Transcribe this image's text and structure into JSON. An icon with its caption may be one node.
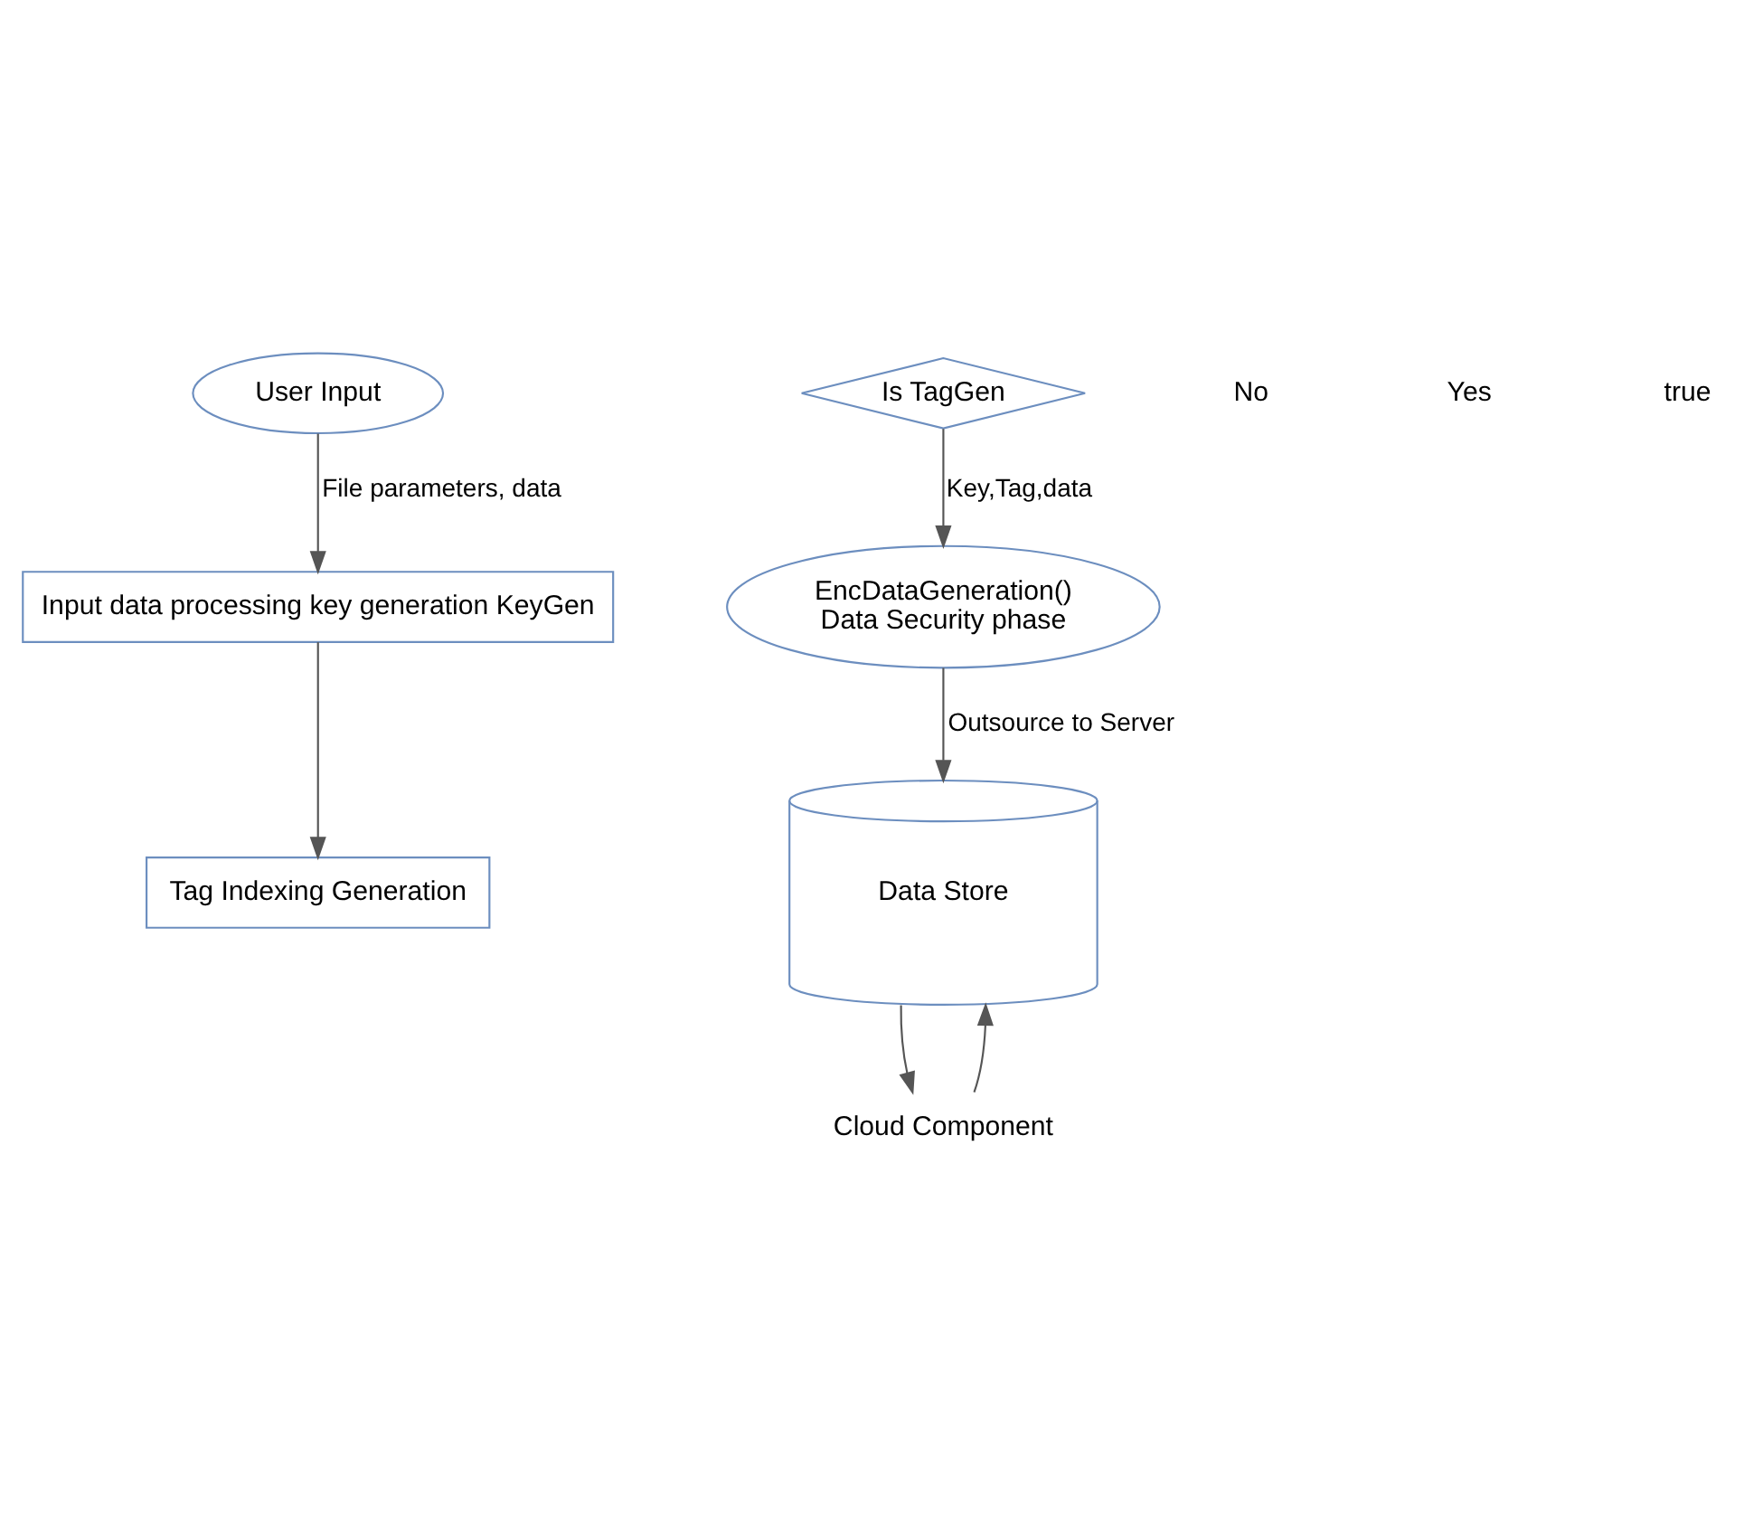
{
  "diagram": {
    "nodes": [
      {
        "text": [
          "User Input"
        ]
      },
      {
        "text": [
          "Input data processing key generation KeyGen"
        ]
      },
      {
        "text": [
          "Tag Indexing Generation"
        ]
      },
      {
        "text": [
          "Is TagGen"
        ]
      },
      {
        "text": [
          "EncDataGeneration()",
          "Data Security phase"
        ]
      },
      {
        "text": [
          "Data Store"
        ]
      },
      {
        "text": [
          "Cloud Component"
        ]
      }
    ],
    "edges": [
      {
        "from": 0,
        "to": 1,
        "arrow": "to",
        "label": "File parameters, data"
      },
      {
        "from": 1,
        "to": 2,
        "arrow": "to"
      },
      {
        "from": 3,
        "to": 4,
        "arrow": "to",
        "label": "Key,Tag,data"
      },
      {
        "from": 4,
        "to": 5,
        "arrow": "to",
        "label": "Outsource to Server"
      },
      {
        "from": 5,
        "to": 6,
        "arrow": "to"
      },
      {
        "from": 6,
        "to": 5,
        "arrow": "to"
      }
    ],
    "labels": [
      "No",
      "Yes",
      "true"
    ]
  }
}
